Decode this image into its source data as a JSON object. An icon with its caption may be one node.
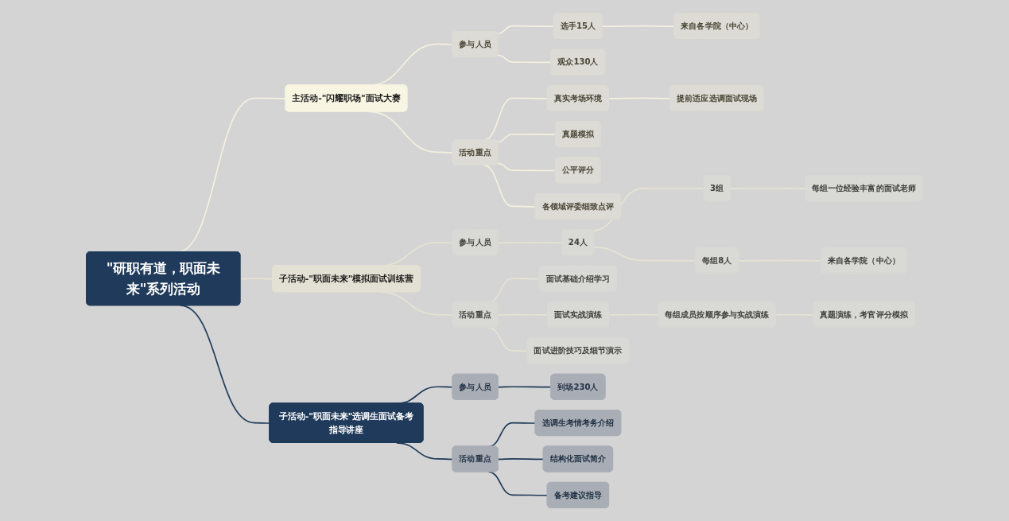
{
  "diagram": {
    "nodes": [
      {
        "text": [
          "\"研职有道，职面未来\"系列活动"
        ]
      },
      {
        "text": [
          "主活动-\"闪耀职场\"面试大赛"
        ]
      },
      {
        "text": [
          "参与人员"
        ]
      },
      {
        "text": [
          "选手15人"
        ]
      },
      {
        "text": [
          "来自各学院（中心）"
        ]
      },
      {
        "text": [
          "观众130人"
        ]
      },
      {
        "text": [
          "活动重点"
        ]
      },
      {
        "text": [
          "真实考场环境"
        ]
      },
      {
        "text": [
          "提前适应选调面试现场"
        ]
      },
      {
        "text": [
          "真题模拟"
        ]
      },
      {
        "text": [
          "公平评分"
        ]
      },
      {
        "text": [
          "各领域评委细致点评"
        ]
      },
      {
        "text": [
          "子活动-\"职面未来\"模拟面试训练营"
        ]
      },
      {
        "text": [
          "参与人员"
        ]
      },
      {
        "text": [
          "24人"
        ]
      },
      {
        "text": [
          "3组"
        ]
      },
      {
        "text": [
          "每组一位经验丰富的面试老师"
        ]
      },
      {
        "text": [
          "每组8人"
        ]
      },
      {
        "text": [
          "来自各学院（中心）"
        ]
      },
      {
        "text": [
          "活动重点"
        ]
      },
      {
        "text": [
          "面试基础介绍学习"
        ]
      },
      {
        "text": [
          "面试实战演练"
        ]
      },
      {
        "text": [
          "每组成员按顺序参与实战演练"
        ]
      },
      {
        "text": [
          "真题演练，考官评分模拟"
        ]
      },
      {
        "text": [
          "面试进阶技巧及细节演示"
        ]
      },
      {
        "text": [
          "子活动-\"职面未来\"选调生面试备考指导讲座"
        ]
      },
      {
        "text": [
          "参与人员"
        ]
      },
      {
        "text": [
          "到场230人"
        ]
      },
      {
        "text": [
          "活动重点"
        ]
      },
      {
        "text": [
          "选调生考情考务介绍"
        ]
      },
      {
        "text": [
          "结构化面试简介"
        ]
      },
      {
        "text": [
          "备考建议指导"
        ]
      }
    ],
    "edges": [
      {
        "from": 0,
        "to": 1,
        "arrow": "none",
        "color": "#f4f1de"
      },
      {
        "from": 1,
        "to": 2,
        "arrow": "none",
        "color": "#f4f1de"
      },
      {
        "from": 2,
        "to": 3,
        "arrow": "none",
        "color": "#f4f1de"
      },
      {
        "from": 3,
        "to": 4,
        "arrow": "none",
        "color": "#f4f1de"
      },
      {
        "from": 2,
        "to": 5,
        "arrow": "none",
        "color": "#f4f1de"
      },
      {
        "from": 1,
        "to": 6,
        "arrow": "none",
        "color": "#f4f1de"
      },
      {
        "from": 6,
        "to": 7,
        "arrow": "none",
        "color": "#f4f1de"
      },
      {
        "from": 7,
        "to": 8,
        "arrow": "none",
        "color": "#f4f1de"
      },
      {
        "from": 6,
        "to": 9,
        "arrow": "none",
        "color": "#f4f1de"
      },
      {
        "from": 6,
        "to": 10,
        "arrow": "none",
        "color": "#f4f1de"
      },
      {
        "from": 6,
        "to": 11,
        "arrow": "none",
        "color": "#f4f1de"
      },
      {
        "from": 0,
        "to": 12,
        "arrow": "none"
      },
      {
        "from": 12,
        "to": 13,
        "arrow": "none"
      },
      {
        "from": 13,
        "to": 14,
        "arrow": "none"
      },
      {
        "from": 14,
        "to": 15,
        "arrow": "none"
      },
      {
        "from": 15,
        "to": 16,
        "arrow": "none"
      },
      {
        "from": 14,
        "to": 17,
        "arrow": "none"
      },
      {
        "from": 17,
        "to": 18,
        "arrow": "none"
      },
      {
        "from": 12,
        "to": 19,
        "arrow": "none"
      },
      {
        "from": 19,
        "to": 20,
        "arrow": "none"
      },
      {
        "from": 19,
        "to": 21,
        "arrow": "none"
      },
      {
        "from": 21,
        "to": 22,
        "arrow": "none"
      },
      {
        "from": 22,
        "to": 23,
        "arrow": "none"
      },
      {
        "from": 19,
        "to": 24,
        "arrow": "none"
      },
      {
        "from": 0,
        "to": 25,
        "arrow": "none",
        "color": "#1f3a5a"
      },
      {
        "from": 25,
        "to": 26,
        "arrow": "none",
        "color": "#1f3a5a"
      },
      {
        "from": 26,
        "to": 27,
        "arrow": "none",
        "color": "#1f3a5a"
      },
      {
        "from": 25,
        "to": 28,
        "arrow": "none",
        "color": "#1f3a5a"
      },
      {
        "from": 28,
        "to": 29,
        "arrow": "none",
        "color": "#1f3a5a"
      },
      {
        "from": 28,
        "to": 30,
        "arrow": "none",
        "color": "#1f3a5a"
      },
      {
        "from": 28,
        "to": 31,
        "arrow": "none",
        "color": "#1f3a5a"
      }
    ]
  }
}
